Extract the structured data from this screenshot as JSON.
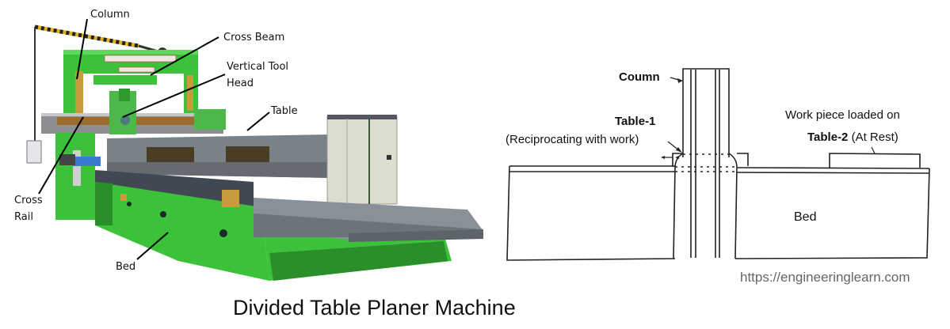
{
  "figure": {
    "caption": "Divided Table Planer Machine",
    "source_url": "https://engineeringlearn.com"
  },
  "photo": {
    "labels": {
      "column": "Column",
      "cross_beam": "Cross Beam",
      "vertical_tool_head_line1": "Vertical Tool",
      "vertical_tool_head_line2": "Head",
      "table": "Table",
      "cross_rail_line1": "Cross",
      "cross_rail_line2": "Rail",
      "bed": "Bed"
    },
    "colors": {
      "machine_green": "#3cc23a",
      "dark_green": "#2a8f2a",
      "table_gray": "#7b8188",
      "cabinet_beige": "#dcdccf",
      "hazard_yellow": "#e0b020"
    }
  },
  "diagram": {
    "labels": {
      "column": "Coumn",
      "table1_title": "Table-1",
      "table1_note": "(Reciprocating with work)",
      "workpiece_note": "Work piece loaded on",
      "table2_title": "Table-2",
      "table2_note": "(At Rest)",
      "bed": "Bed"
    }
  }
}
